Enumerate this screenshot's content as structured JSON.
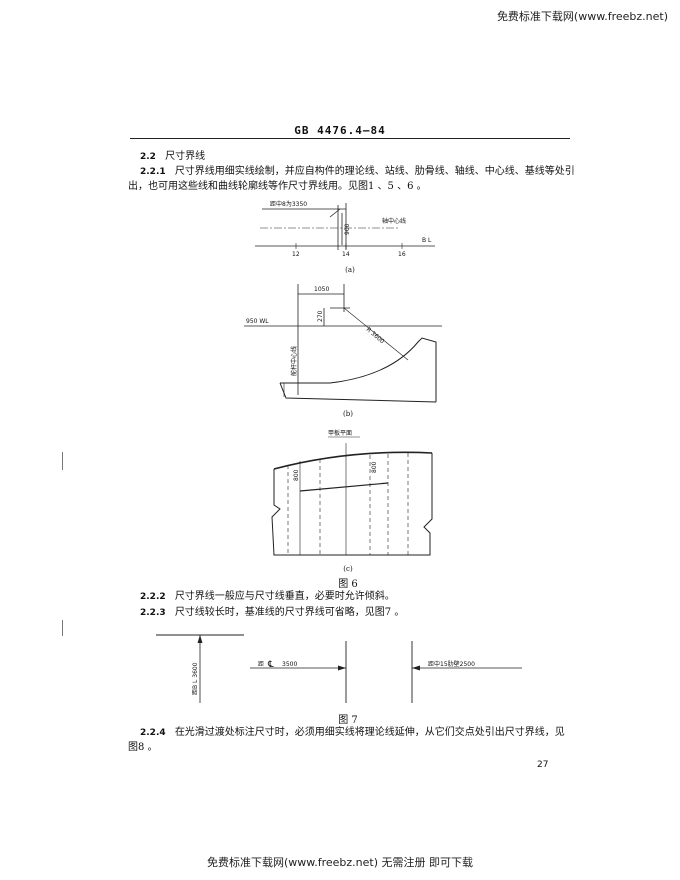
{
  "site": {
    "top_text": "免费标准下载网(www.freebz.net)",
    "bottom_text": "免费标准下载网(www.freebz.net) 无需注册 即可下载"
  },
  "header": {
    "standard_code": "GB 4476.4—84"
  },
  "section_2_2": {
    "number": "2.2",
    "title": "尺寸界线"
  },
  "para_2_2_1": {
    "number": "2.2.1",
    "line1": "尺寸界线用细实线绘制，并应自构件的理论线、站线、肋骨线、轴线、中心线、基线等处引",
    "line2": "出，也可用这些线和曲线轮廓线等作尺寸界线用。见图1 、5 、6 。"
  },
  "fig6": {
    "a": {
      "label_top": "距中8为3350",
      "label_axis": "轴中心线",
      "dim_vertical": "900",
      "baseline": "B L",
      "ticks": [
        "12",
        "14",
        "16"
      ],
      "sub": "(a)"
    },
    "b": {
      "dim_top": "1050",
      "dim_vertical": "270",
      "waterline": "950  WL",
      "radius": "R 3600",
      "rudder_label": "舵杆中心线",
      "sub": "(b)"
    },
    "c": {
      "title": "甲板平面",
      "dim_left": "800",
      "dim_right": "800",
      "sub": "(c)"
    },
    "caption": "图 6"
  },
  "para_2_2_2": {
    "number": "2.2.2",
    "text": "尺寸界线一般应与尺寸线垂直，必要时允许倾斜。"
  },
  "para_2_2_3": {
    "number": "2.2.3",
    "text": "尺寸线较长时，基准线的尺寸界线可省略，见图7 。"
  },
  "fig7": {
    "label_left": "距B L 3600",
    "label_mid_prefix": "距",
    "label_mid_value": "3500",
    "label_right": "距中15肋壁2500",
    "caption": "图 7"
  },
  "para_2_2_4": {
    "number": "2.2.4",
    "line1": "在光滑过渡处标注尺寸时，必须用细实线将理论线延伸，从它们交点处引出尺寸界线，见",
    "line2": "图8 。"
  },
  "page_number": "27"
}
